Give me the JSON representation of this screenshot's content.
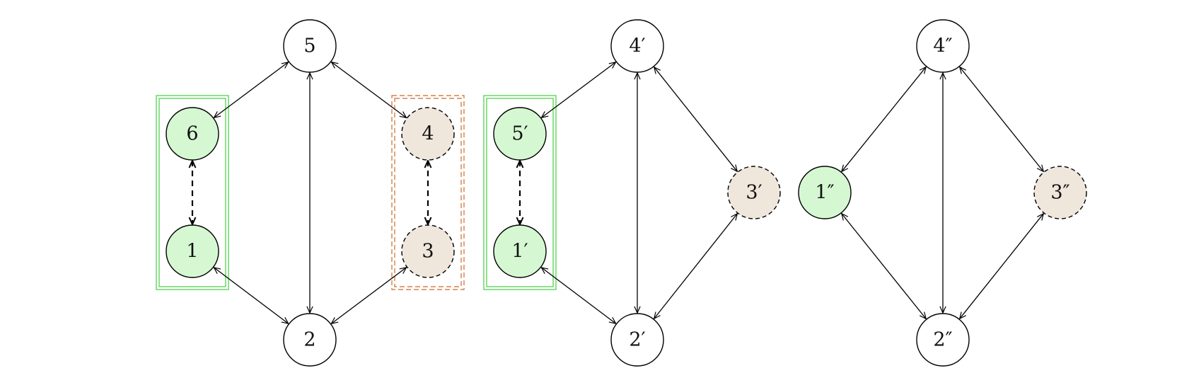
{
  "colors": {
    "green_fill": "#d5f8d2",
    "tan_fill": "#efe6dc",
    "white_fill": "#ffffff",
    "green_box": "#5fd65a",
    "orange_box": "#d5804a",
    "stroke": "#000000"
  },
  "graphs": [
    {
      "id": "g1",
      "nodes": [
        {
          "id": "n6",
          "label": "6",
          "style": "green"
        },
        {
          "id": "n5",
          "label": "5",
          "style": "plain"
        },
        {
          "id": "n4",
          "label": "4",
          "style": "tan"
        },
        {
          "id": "n1",
          "label": "1",
          "style": "green"
        },
        {
          "id": "n3",
          "label": "3",
          "style": "tan"
        },
        {
          "id": "n2",
          "label": "2",
          "style": "plain"
        }
      ],
      "edges": [
        {
          "from": "n5",
          "to": "n6",
          "kind": "solid"
        },
        {
          "from": "n5",
          "to": "n4",
          "kind": "solid"
        },
        {
          "from": "n5",
          "to": "n2",
          "kind": "solid"
        },
        {
          "from": "n1",
          "to": "n2",
          "kind": "solid"
        },
        {
          "from": "n3",
          "to": "n2",
          "kind": "solid"
        },
        {
          "from": "n6",
          "to": "n1",
          "kind": "dashed"
        },
        {
          "from": "n4",
          "to": "n3",
          "kind": "dashed"
        }
      ],
      "groups": [
        {
          "nodes": [
            "n6",
            "n1"
          ],
          "style": "green-double"
        },
        {
          "nodes": [
            "n4",
            "n3"
          ],
          "style": "orange-dashed-double"
        }
      ]
    },
    {
      "id": "g2",
      "nodes": [
        {
          "id": "m4",
          "label": "4′",
          "style": "plain"
        },
        {
          "id": "m5",
          "label": "5′",
          "style": "green"
        },
        {
          "id": "m3",
          "label": "3′",
          "style": "tan"
        },
        {
          "id": "m1",
          "label": "1′",
          "style": "green"
        },
        {
          "id": "m2",
          "label": "2′",
          "style": "plain"
        }
      ],
      "edges": [
        {
          "from": "m4",
          "to": "m5",
          "kind": "solid"
        },
        {
          "from": "m4",
          "to": "m3",
          "kind": "solid"
        },
        {
          "from": "m4",
          "to": "m2",
          "kind": "solid"
        },
        {
          "from": "m1",
          "to": "m2",
          "kind": "solid"
        },
        {
          "from": "m3",
          "to": "m2",
          "kind": "solid"
        },
        {
          "from": "m5",
          "to": "m1",
          "kind": "dashed"
        }
      ],
      "groups": [
        {
          "nodes": [
            "m5",
            "m1"
          ],
          "style": "green-double"
        }
      ]
    },
    {
      "id": "g3",
      "nodes": [
        {
          "id": "p4",
          "label": "4″",
          "style": "plain"
        },
        {
          "id": "p1",
          "label": "1″",
          "style": "green"
        },
        {
          "id": "p3",
          "label": "3″",
          "style": "tan"
        },
        {
          "id": "p2",
          "label": "2″",
          "style": "plain"
        }
      ],
      "edges": [
        {
          "from": "p4",
          "to": "p1",
          "kind": "solid"
        },
        {
          "from": "p4",
          "to": "p3",
          "kind": "solid"
        },
        {
          "from": "p4",
          "to": "p2",
          "kind": "solid"
        },
        {
          "from": "p1",
          "to": "p2",
          "kind": "solid"
        },
        {
          "from": "p3",
          "to": "p2",
          "kind": "solid"
        }
      ],
      "groups": []
    }
  ]
}
